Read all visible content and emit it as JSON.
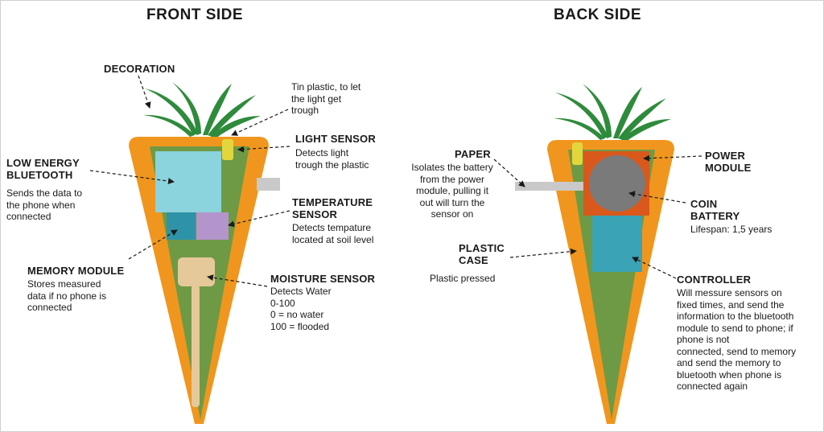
{
  "titles": {
    "front": "FRONT SIDE",
    "back": "BACK SIDE"
  },
  "colors": {
    "orange": "#F0961E",
    "green": "#6E9A45",
    "leaf": "#2F8B3C",
    "bluetooth": "#8BD3DD",
    "memory": "#2E93A9",
    "temperature": "#B394CB",
    "light_sensor": "#E3D63C",
    "moisture": "#E6C99A",
    "power_module": "#D9581C",
    "battery": "#7A7A7A",
    "controller": "#3AA3B5",
    "paper": "#C9C9C9"
  },
  "front": {
    "decoration": {
      "title": "DECORATION"
    },
    "tin_plastic": {
      "text": "Tin plastic, to let\nthe light get\ntrough"
    },
    "light_sensor": {
      "title": "LIGHT SENSOR",
      "text": "Detects light\ntrough the plastic"
    },
    "bluetooth": {
      "title": "LOW ENERGY\nBLUETOOTH",
      "text": "Sends the data to\nthe phone when\nconnected"
    },
    "temperature": {
      "title": "TEMPERATURE\nSENSOR",
      "text": "Detects tempature\nlocated at soil level"
    },
    "memory": {
      "title": "MEMORY MODULE",
      "text": "Stores measured\ndata if no phone is\nconnected"
    },
    "moisture": {
      "title": "MOISTURE SENSOR",
      "text": "Detects Water\n0-100\n0 = no water\n100 = flooded"
    }
  },
  "back": {
    "paper": {
      "title": "PAPER",
      "text": "Isolates the battery\nfrom the power\nmodule, pulling it\nout will turn the\nsensor on"
    },
    "power_module": {
      "title": "POWER\nMODULE"
    },
    "coin_battery": {
      "title": "COIN\nBATTERY",
      "text": "Lifespan: 1,5 years"
    },
    "plastic_case": {
      "title": "PLASTIC\nCASE",
      "text": "Plastic pressed"
    },
    "controller": {
      "title": "CONTROLLER",
      "text": "Will messure sensors on\nfixed times, and send the\ninformation to the bluetooth\nmodule to send to phone; if\nphone is not\nconnected, send to memory\nand send the memory to\nbluetooth when phone is\nconnected again"
    }
  }
}
